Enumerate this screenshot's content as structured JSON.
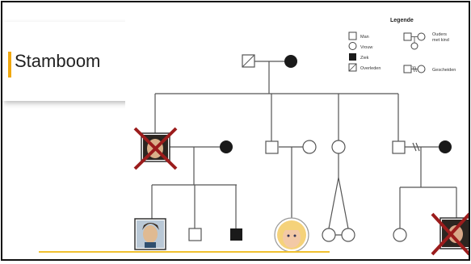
{
  "slide": {
    "title": "Stamboom",
    "accent_color": "#f0a80e"
  },
  "legend": {
    "title": "Legende",
    "items": [
      {
        "label": "Man"
      },
      {
        "label": "Vrouw"
      },
      {
        "label": "Ziek"
      },
      {
        "label": "Overleden"
      }
    ],
    "parents_label_line1": "Ouders",
    "parents_label_line2": "met kind",
    "divorced_label": "Gescheiden"
  },
  "colors": {
    "line": "#555555",
    "affected": "#1a1a1a",
    "cross": "#9b1c1c"
  }
}
